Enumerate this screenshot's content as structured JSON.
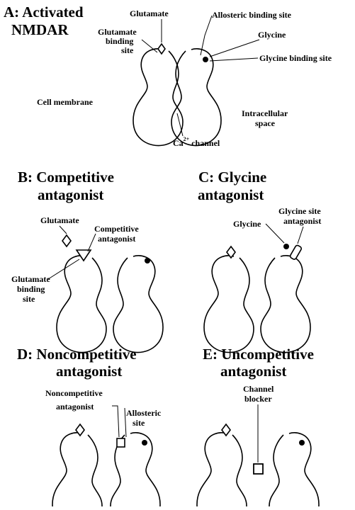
{
  "panel_a": {
    "title_line1": "A: Activated",
    "title_line2": "NMDAR",
    "glutamate": "Glutamate",
    "glut_site_1": "Glutamate",
    "glut_site_2": "binding",
    "glut_site_3": "site",
    "allosteric": "Allosteric binding site",
    "glycine": "Glycine",
    "glycine_site": "Glycine binding site",
    "membrane": "Cell membrane",
    "intra_1": "Intracellular",
    "intra_2": "space",
    "ca_base": "Ca",
    "ca_sup": "2+",
    "ca_rest": " channel"
  },
  "panel_b": {
    "title_line1": "B: Competitive",
    "title_line2": "antagonist",
    "glutamate": "Glutamate",
    "comp_1": "Competitive",
    "comp_2": "antagonist",
    "glut_site_1": "Glutamate",
    "glut_site_2": "binding",
    "glut_site_3": "site"
  },
  "panel_c": {
    "title_line1": "C: Glycine",
    "title_line2": "antagonist",
    "glycine": "Glycine",
    "gsa_1": "Glycine site",
    "gsa_2": "antagonist"
  },
  "panel_d": {
    "title_line1": "D: Noncompetitive",
    "title_line2": "antagonist",
    "nc_1": "Noncompetitive",
    "nc_2": "antagonist",
    "allo_1": "Allosteric",
    "allo_2": "site"
  },
  "panel_e": {
    "title_line1": "E: Uncompetitive",
    "title_line2": "antagonist",
    "cb_1": "Channel",
    "cb_2": "blocker"
  }
}
